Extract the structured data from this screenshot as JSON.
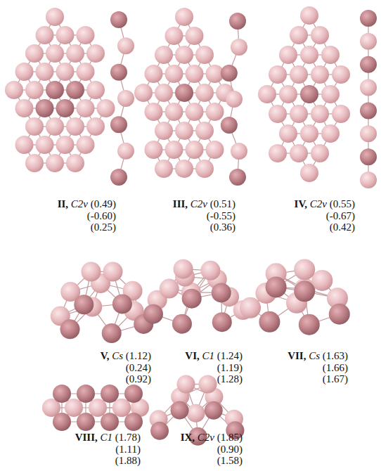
{
  "diagram": {
    "labels": [
      "II,",
      "C2v",
      "(0.49)",
      "(-0.60)",
      "(0.25)",
      "III,",
      "C2v",
      "(0.51)",
      "(-0.55)",
      "(0.36)",
      "IV,",
      "C2v",
      "(0.55)",
      "(-0.67)",
      "(0.42)",
      "V,",
      "Cs",
      "(1.12)",
      "(0.24)",
      "(0.92)",
      "VI,",
      "C1",
      "(1.24)",
      "(1.19)",
      "(1.28)",
      "VII,",
      "Cs",
      "(1.63)",
      "(1.66)",
      "(1.67)",
      "VIII,",
      "C1",
      "(1.78)",
      "(1.11)",
      "(1.88)",
      "IX,",
      "C2v",
      "(1.85)",
      "(0.90)",
      "(1.58)"
    ]
  }
}
